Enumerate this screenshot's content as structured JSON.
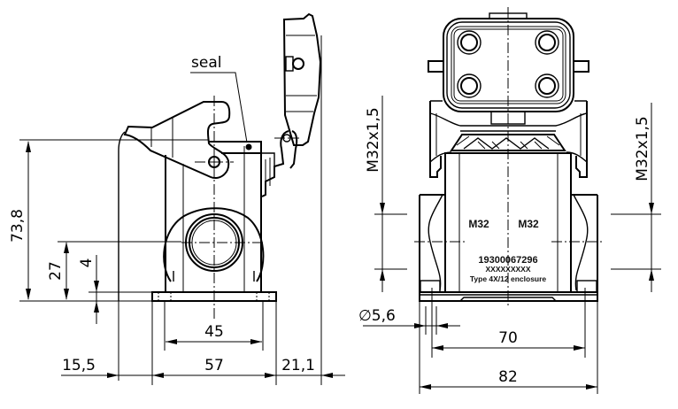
{
  "drawing": {
    "title_labels": {
      "seal": "seal"
    },
    "side_view": {
      "dimensions": {
        "overall_height": "73,8",
        "entry_height": "27",
        "flange_thickness": "4",
        "hole_spacing": "45",
        "flange_width": "57",
        "left_offset": "15,5",
        "right_offset": "21,1"
      }
    },
    "front_view": {
      "thread_left": "M32x1,5",
      "thread_right": "M32x1,5",
      "hole_diameter": "∅5,6",
      "hole_spacing": "70",
      "overall_width": "82",
      "markings": {
        "entry_left": "M32",
        "entry_right": "M32",
        "part_number": "19300067296",
        "batch_code": "XXXXXXXXX",
        "rating": "Type 4X/12 enclosure"
      }
    }
  }
}
